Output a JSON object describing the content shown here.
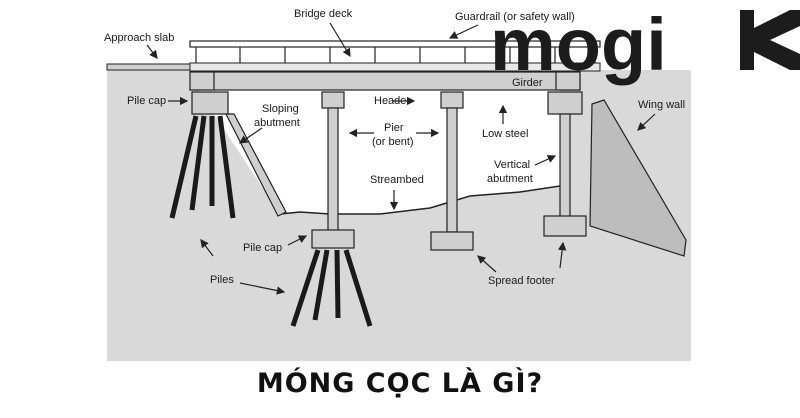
{
  "brand": {
    "name": "mogi"
  },
  "caption": "MÓNG CỌC LÀ GÌ?",
  "labels": {
    "approach_slab": "Approach slab",
    "bridge_deck": "Bridge deck",
    "guardrail": "Guardrail (or safety wall)",
    "girder": "Girder",
    "pile_cap_left": "Pile cap",
    "sloping_abutment_1": "Sloping",
    "sloping_abutment_2": "abutment",
    "header": "Header",
    "pier_1": "Pier",
    "pier_2": "(or bent)",
    "low_steel": "Low steel",
    "wing_wall": "Wing wall",
    "vertical_abutment_1": "Vertical",
    "vertical_abutment_2": "abutment",
    "streambed": "Streambed",
    "pile_cap_center": "Pile cap",
    "piles": "Piles",
    "spread_footer": "Spread footer"
  },
  "colors": {
    "ground": "#d9d9d9",
    "structure": "#cfcfcf",
    "outline": "#222222",
    "pile": "#1a1a1a"
  }
}
